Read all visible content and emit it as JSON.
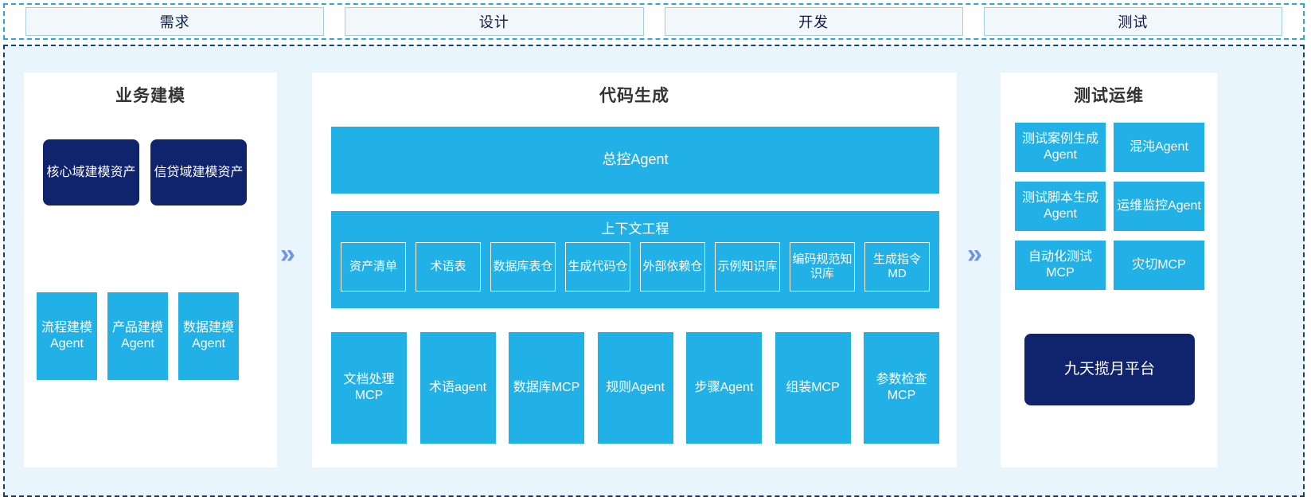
{
  "stages": [
    {
      "label": "需求"
    },
    {
      "label": "设计"
    },
    {
      "label": "开发"
    },
    {
      "label": "测试"
    }
  ],
  "arrows": {
    "glyph": "»",
    "color": "#6f94e6"
  },
  "colors": {
    "cyan": "#22b1e6",
    "navy": "#10246d",
    "region_bg": "#e8f5fd",
    "stage_fill": "#f2f7fa",
    "stage_border": "#a5ccdf",
    "dashed_border": "#1c3f6e",
    "title_text": "#333333"
  },
  "left_panel": {
    "title": "业务建模",
    "assets": [
      {
        "label": "核心域建模资产"
      },
      {
        "label": "信贷域建模资产"
      }
    ],
    "agents": [
      {
        "label": "流程建模Agent"
      },
      {
        "label": "产品建模Agent"
      },
      {
        "label": "数据建模Agent"
      }
    ]
  },
  "center_panel": {
    "title": "代码生成",
    "master_agent": "总控Agent",
    "context": {
      "title": "上下文工程",
      "items": [
        {
          "label": "资产清单"
        },
        {
          "label": "术语表"
        },
        {
          "label": "数据库表仓"
        },
        {
          "label": "生成代码仓"
        },
        {
          "label": "外部依赖仓"
        },
        {
          "label": "示例知识库"
        },
        {
          "label": "编码规范知识库"
        },
        {
          "label": "生成指令MD"
        }
      ]
    },
    "tools": [
      {
        "label": "文档处理MCP"
      },
      {
        "label": "术语agent"
      },
      {
        "label": "数据库MCP"
      },
      {
        "label": "规则Agent"
      },
      {
        "label": "步骤Agent"
      },
      {
        "label": "组装MCP"
      },
      {
        "label": "参数检查MCP"
      }
    ]
  },
  "right_panel": {
    "title": "测试运维",
    "agents": [
      {
        "label": "测试案例生成Agent"
      },
      {
        "label": "混沌Agent"
      },
      {
        "label": "测试脚本生成Agent"
      },
      {
        "label": "运维监控Agent"
      },
      {
        "label": "自动化测试MCP"
      },
      {
        "label": "灾切MCP"
      }
    ],
    "platform": "九天揽月平台"
  }
}
